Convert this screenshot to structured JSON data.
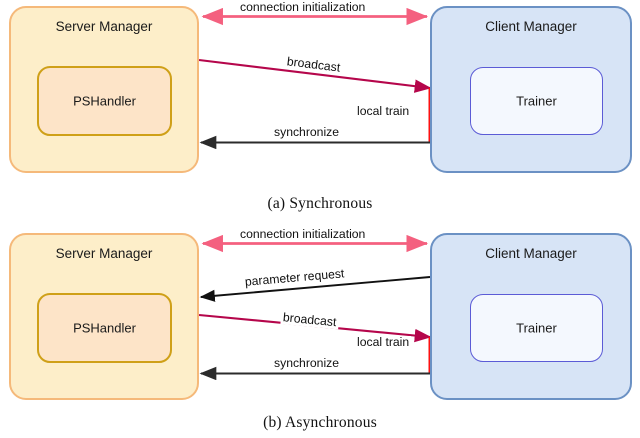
{
  "figures": [
    {
      "id": "synchronous",
      "caption": "(a) Synchronous",
      "server": {
        "title": "Server Manager",
        "inner": "PSHandler"
      },
      "client": {
        "title": "Client Manager",
        "inner": "Trainer"
      },
      "edges": [
        {
          "name": "connection-initialization",
          "label": "connection initialization",
          "color": "#f4607f",
          "direction": "both"
        },
        {
          "name": "broadcast",
          "label": "broadcast",
          "color": "#b5064b",
          "direction": "server-to-client"
        },
        {
          "name": "local-train",
          "label": "local train",
          "color": "#fe1111",
          "direction": "none"
        },
        {
          "name": "synchronize",
          "label": "synchronize",
          "color": "#222222",
          "direction": "client-to-server"
        }
      ]
    },
    {
      "id": "asynchronous",
      "caption": "(b) Asynchronous",
      "server": {
        "title": "Server Manager",
        "inner": "PSHandler"
      },
      "client": {
        "title": "Client Manager",
        "inner": "Trainer"
      },
      "edges": [
        {
          "name": "connection-initialization",
          "label": "connection initialization",
          "color": "#f4607f",
          "direction": "both"
        },
        {
          "name": "parameter-request",
          "label": "parameter request",
          "color": "#111111",
          "direction": "client-to-server"
        },
        {
          "name": "broadcast",
          "label": "broadcast",
          "color": "#b5064b",
          "direction": "server-to-client"
        },
        {
          "name": "local-train",
          "label": "local train",
          "color": "#fe1111",
          "direction": "none"
        },
        {
          "name": "synchronize",
          "label": "synchronize",
          "color": "#222222",
          "direction": "client-to-server"
        }
      ]
    }
  ],
  "colors": {
    "server_fill": "#fdeec9",
    "server_stroke": "#f5b97a",
    "client_fill": "#d7e4f6",
    "client_stroke": "#6b91c4",
    "pshandler_fill": "#fde4c8",
    "pshandler_stroke": "#cfa018",
    "trainer_fill": "#f4f8fe",
    "trainer_stroke": "#5b5bd6",
    "pink_arrow": "#f4607f",
    "crimson_arrow": "#b5064b",
    "black_arrow": "#222222",
    "local_train_bar": "#fe1111"
  }
}
